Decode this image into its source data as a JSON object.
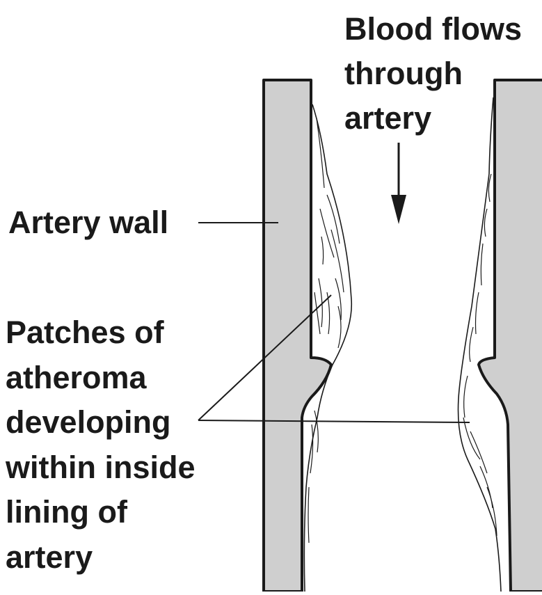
{
  "labels": {
    "blood_flow": [
      "Blood flows",
      "through",
      "artery"
    ],
    "artery_wall": "Artery wall",
    "patches": [
      "Patches of",
      "atheroma",
      "developing",
      "within inside",
      "lining of",
      "artery"
    ]
  },
  "colors": {
    "wall_fill": "#cfcfcf",
    "outline": "#1a1a1a",
    "background": "#ffffff"
  }
}
